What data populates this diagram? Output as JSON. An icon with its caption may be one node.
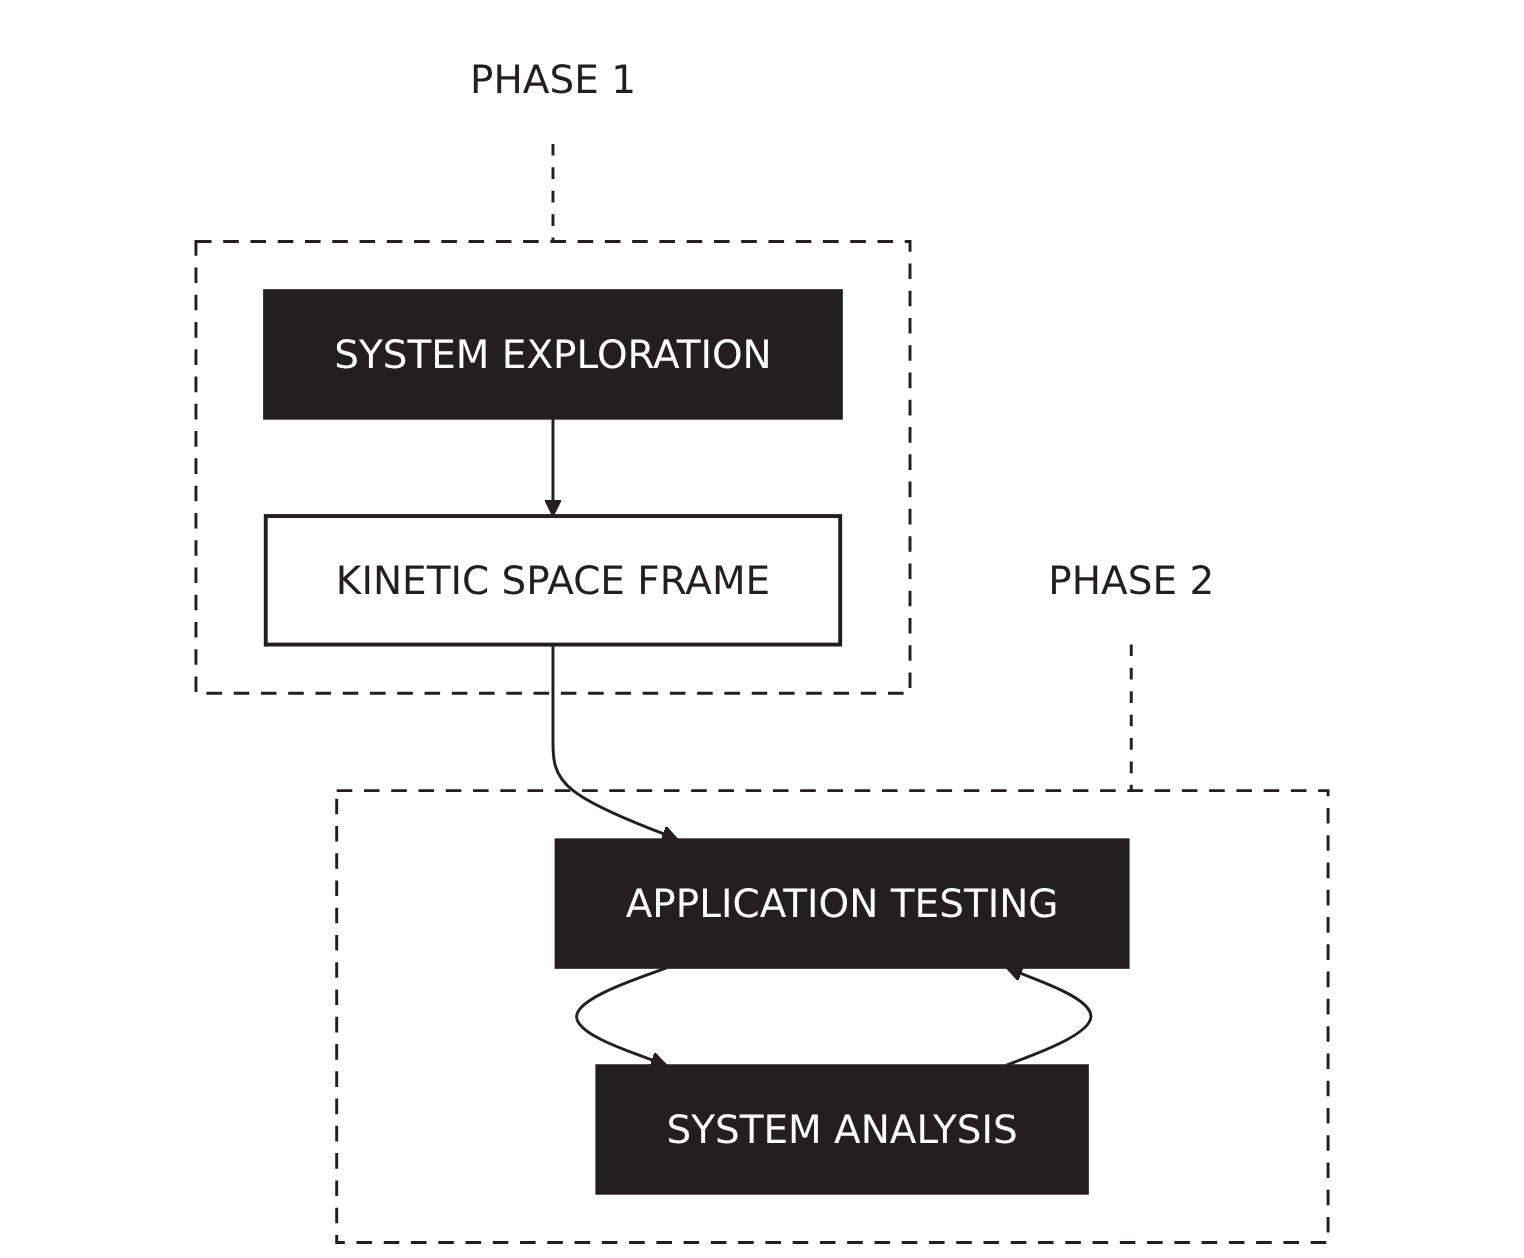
{
  "diagram": {
    "nodes": [
      {
        "text": [
          "PHASE 1"
        ]
      },
      {
        "text": [],
        "shape": "box"
      },
      {
        "text": [
          "SYSTEM EXPLORATION"
        ],
        "in": 1
      },
      {
        "text": [
          "KINETIC SPACE FRAME"
        ],
        "in": 1
      },
      {
        "text": [
          "PHASE 2"
        ]
      },
      {
        "text": [],
        "shape": "box"
      },
      {
        "text": [
          "APPLICATION TESTING"
        ],
        "in": 5
      },
      {
        "text": [
          "SYSTEM ANALYSIS"
        ],
        "in": 5
      }
    ],
    "edges": [
      {
        "from": 0,
        "to": 1,
        "arrow": "none",
        "style": "dashed"
      },
      {
        "from": 2,
        "to": 3,
        "arrow": "to"
      },
      {
        "from": 3,
        "to": 6,
        "arrow": "to"
      },
      {
        "from": 4,
        "to": 5,
        "arrow": "none",
        "style": "dashed"
      },
      {
        "from": 6,
        "to": 7,
        "arrow": "to"
      },
      {
        "from": 7,
        "to": 6,
        "arrow": "to"
      }
    ]
  }
}
